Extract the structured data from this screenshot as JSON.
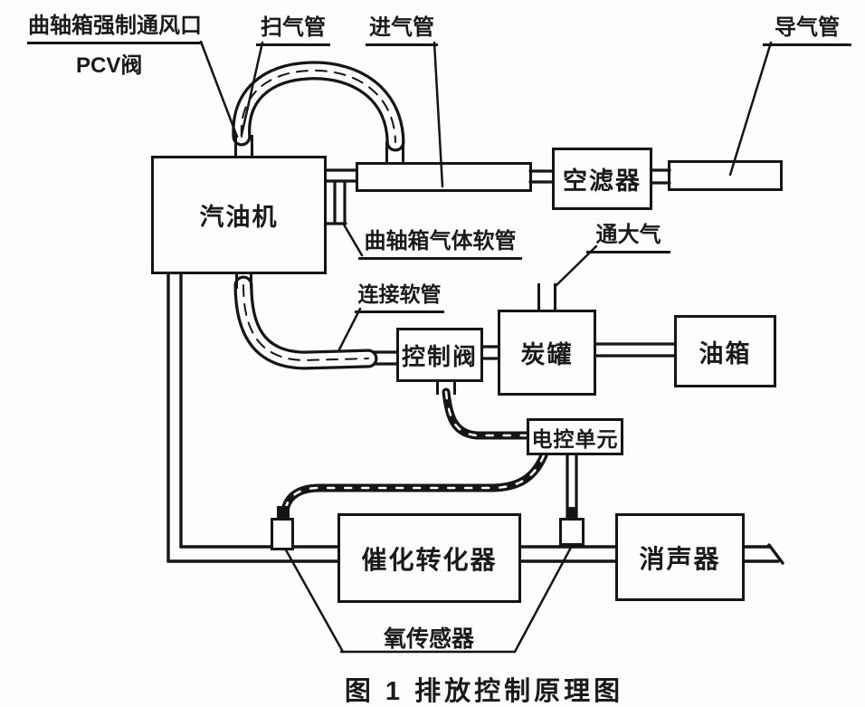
{
  "diagram": {
    "caption": "图 1  排放控制原理图",
    "boxes": {
      "engine": "汽油机",
      "air_filter": "空滤器",
      "control_valve": "控制阀",
      "canister": "炭罐",
      "fuel_tank": "油箱",
      "ecu": "电控单元",
      "catalytic_converter": "催化转化器",
      "muffler": "消声器"
    },
    "labels": {
      "crankcase_vent": "曲轴箱强制通风口",
      "pcv_valve": "PCV阀",
      "scavenge_pipe": "扫气管",
      "intake_pipe": "进气管",
      "guide_pipe": "导气管",
      "crankcase_gas_hose": "曲轴箱气体软管",
      "connect_hose": "连接软管",
      "to_atmosphere": "通大气",
      "oxygen_sensor": "氧传感器"
    },
    "colors": {
      "ink": "#151515",
      "paper": "#fdfdfc"
    }
  }
}
